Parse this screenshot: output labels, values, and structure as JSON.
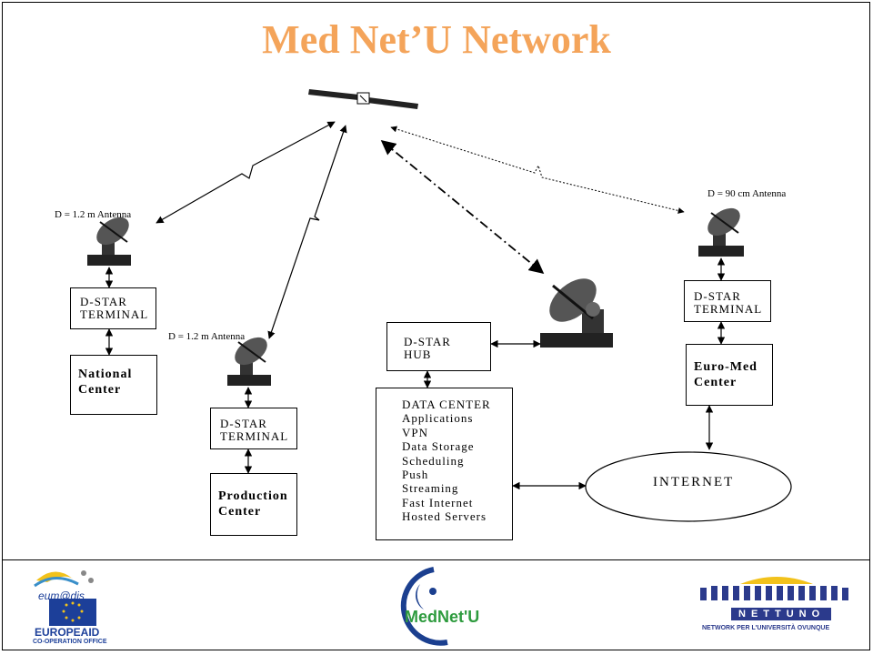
{
  "title": "Med Net’U Network",
  "antennas": {
    "national_label": "D = 1.2 m Antenna",
    "production_label": "D = 1.2 m Antenna",
    "euromed_label": "D = 90 cm Antenna"
  },
  "terminals": {
    "national": [
      "D-STAR",
      "TERMINAL"
    ],
    "production": [
      "D-STAR",
      "TERMINAL"
    ],
    "euromed": [
      "D-STAR",
      "TERMINAL"
    ]
  },
  "centers": {
    "national": [
      "National",
      "Center"
    ],
    "production": [
      "Production",
      "Center"
    ],
    "euromed": [
      "Euro-Med",
      "Center"
    ]
  },
  "hub": [
    "D-STAR",
    "HUB"
  ],
  "data_center": {
    "title": "DATA CENTER",
    "items": [
      "Applications",
      "VPN",
      "Data Storage",
      "Scheduling",
      "Push",
      "Streaming",
      "Fast Internet",
      "Hosted Servers"
    ]
  },
  "internet": "INTERNET",
  "footer": {
    "left_logo_top": "eum@dis",
    "left_logo_bottom": "EUROPEAID",
    "left_logo_sub": "CO-OPERATION OFFICE",
    "center_logo": "MedNet'U",
    "right_logo": "NETTUNO",
    "right_logo_sub": "NETWORK PER L'UNIVERSITÀ OVUNQUE"
  },
  "colors": {
    "title": "#f4a45a",
    "mednet_blue": "#1b3f8f",
    "mednet_green": "#2e9b3e",
    "nettuno_blue": "#2b3a8c",
    "nettuno_yellow": "#f2c21b"
  }
}
